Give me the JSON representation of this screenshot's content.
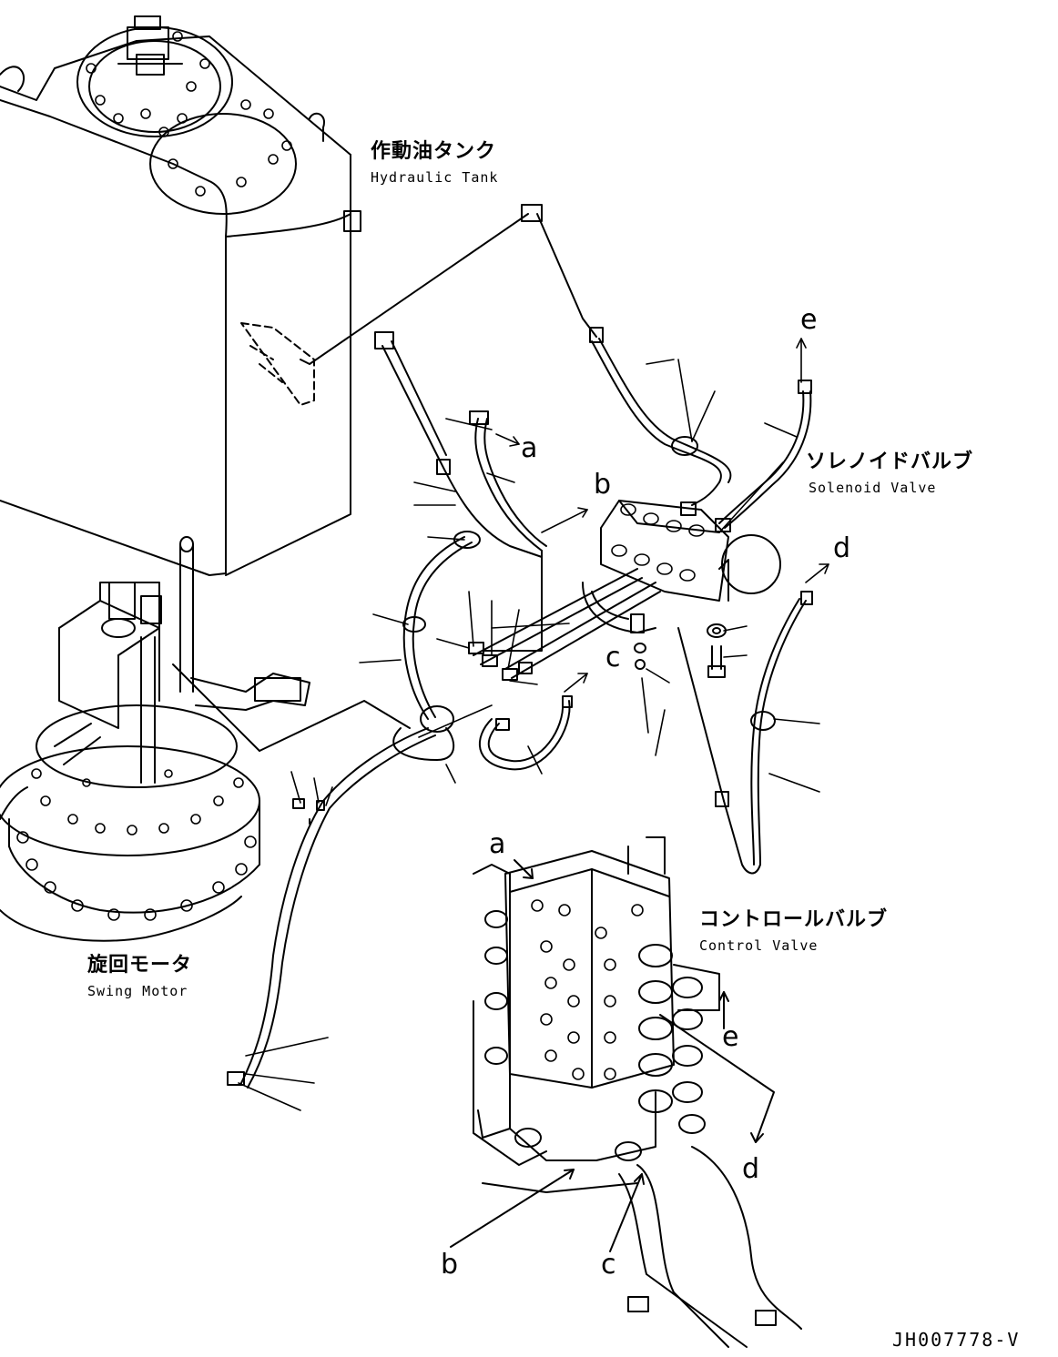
{
  "components": {
    "hydraulic_tank": {
      "ja": "作動油タンク",
      "en": "Hydraulic Tank"
    },
    "solenoid_valve": {
      "ja": "ソレノイドバルブ",
      "en": "Solenoid Valve"
    },
    "swing_motor": {
      "ja": "旋回モータ",
      "en": "Swing Motor"
    },
    "control_valve": {
      "ja": "コントロールバルブ",
      "en": "Control Valve"
    }
  },
  "connection_refs": {
    "a_upper": "a",
    "b_upper": "b",
    "c_upper": "c",
    "d_upper": "d",
    "e_upper": "e",
    "a_lower": "a",
    "b_lower": "b",
    "c_lower": "c",
    "d_lower": "d",
    "e_lower": "e"
  },
  "drawing_code": "JH007778-V",
  "colors": {
    "line": "#000000",
    "background": "#ffffff"
  }
}
